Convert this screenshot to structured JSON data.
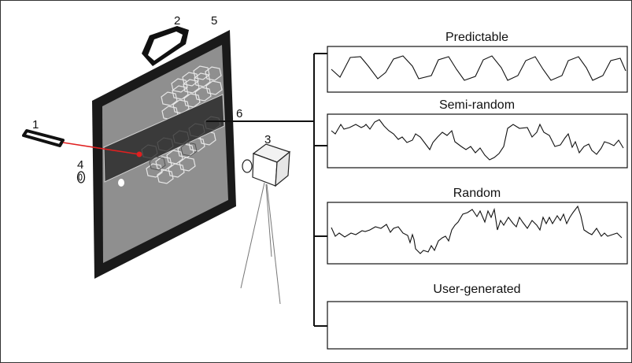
{
  "labels": {
    "n1": "1",
    "n2": "2",
    "n3": "3",
    "n4": "4",
    "n5": "5",
    "n6": "6"
  },
  "panels": [
    {
      "title": "Predictable"
    },
    {
      "title": "Semi-random"
    },
    {
      "title": "Random"
    },
    {
      "title": "User-generated"
    }
  ],
  "colors": {
    "frame": "#1a1a1a",
    "screen": "#8c8c8c",
    "strip": "#333333",
    "laser": "#e02020",
    "line": "#111111"
  }
}
